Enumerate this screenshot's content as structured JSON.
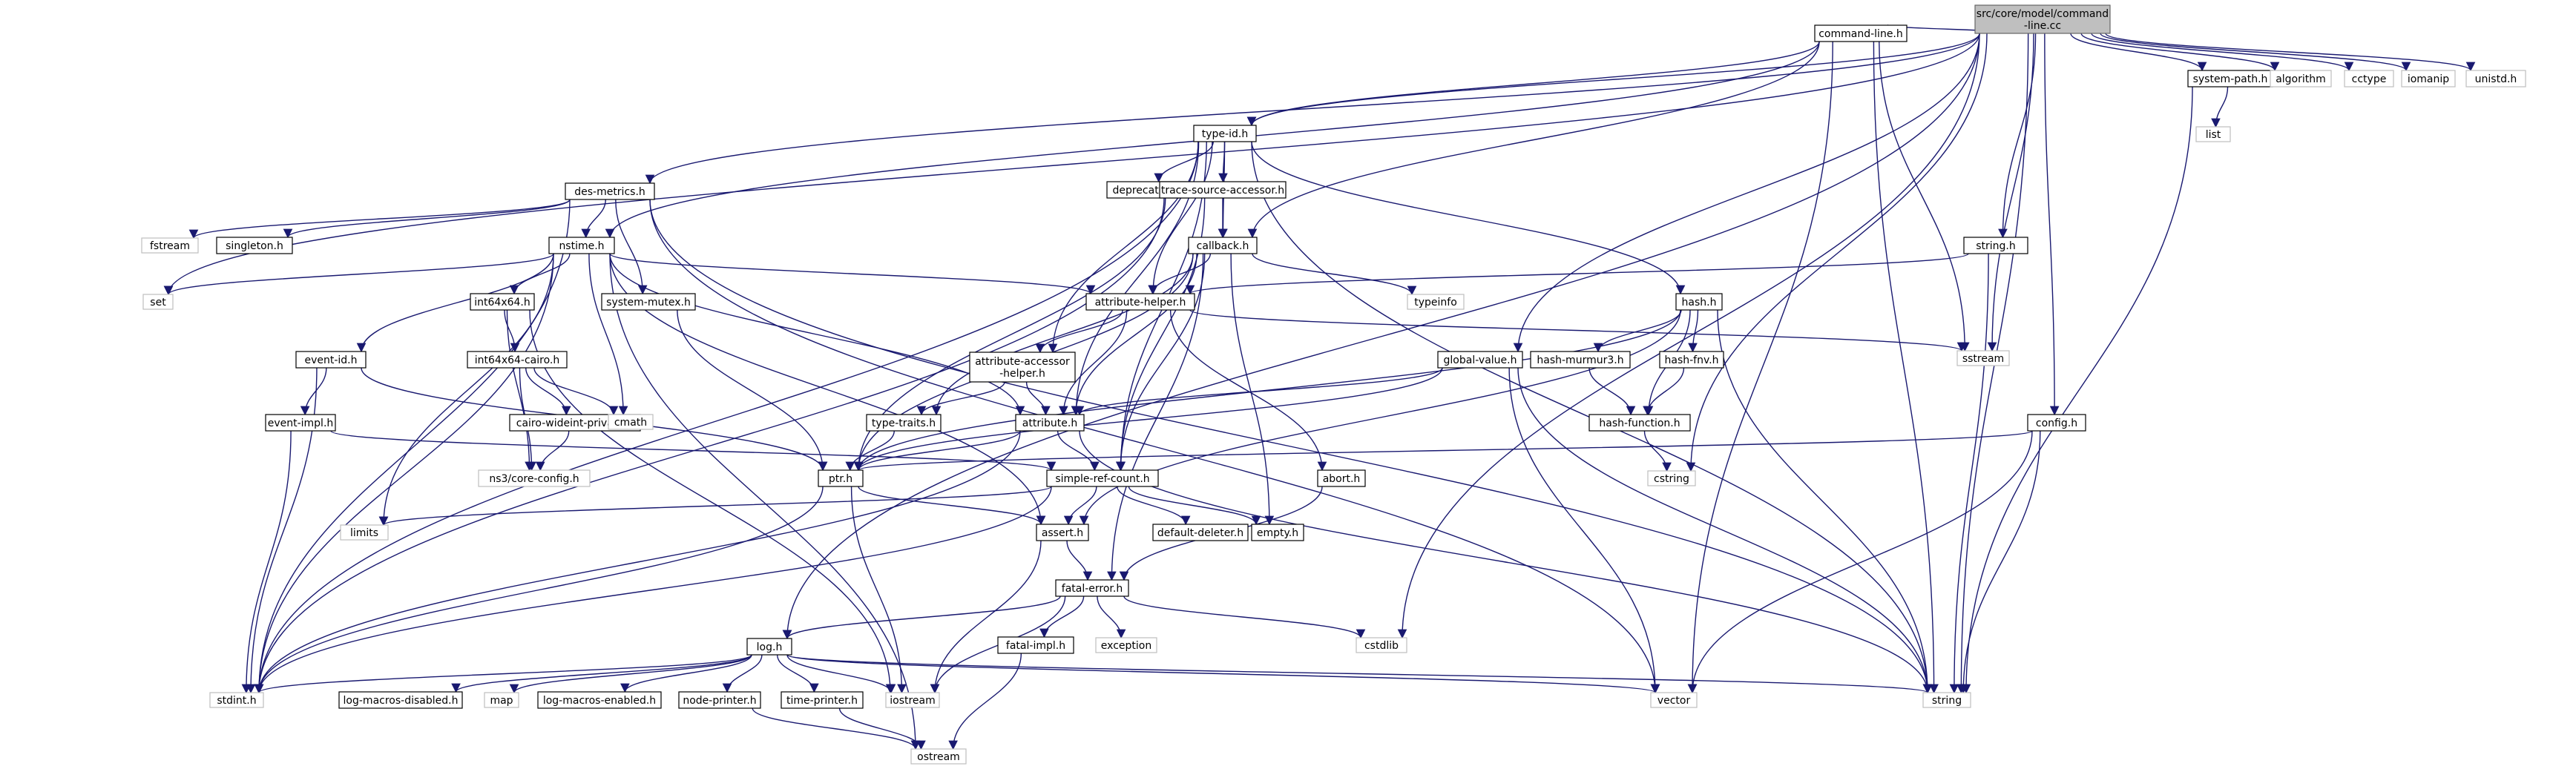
{
  "graph": {
    "type": "include-dependency-graph",
    "colors": {
      "edge": "#191970",
      "root_fill": "#bfbfbf",
      "node_border": "#000000",
      "external_border": "#bfbfbf"
    },
    "nodes": [
      {
        "id": "root",
        "label": "src/core/model/command\n-line.cc",
        "kind": "root"
      },
      {
        "id": "cmdline",
        "label": "command-line.h",
        "kind": "internal"
      },
      {
        "id": "typeid",
        "label": "type-id.h",
        "kind": "internal"
      },
      {
        "id": "desmetrics",
        "label": "des-metrics.h",
        "kind": "internal"
      },
      {
        "id": "deprecated",
        "label": "deprecated.h",
        "kind": "internal"
      },
      {
        "id": "tsaccessor",
        "label": "trace-source-accessor.h",
        "kind": "internal"
      },
      {
        "id": "callback",
        "label": "callback.h",
        "kind": "internal"
      },
      {
        "id": "singleton",
        "label": "singleton.h",
        "kind": "internal"
      },
      {
        "id": "nstime",
        "label": "nstime.h",
        "kind": "internal"
      },
      {
        "id": "int64x64",
        "label": "int64x64.h",
        "kind": "internal"
      },
      {
        "id": "sysmutex",
        "label": "system-mutex.h",
        "kind": "internal"
      },
      {
        "id": "attrhelper",
        "label": "attribute-helper.h",
        "kind": "internal"
      },
      {
        "id": "hash",
        "label": "hash.h",
        "kind": "internal"
      },
      {
        "id": "syspath",
        "label": "system-path.h",
        "kind": "internal"
      },
      {
        "id": "string_h",
        "label": "string.h",
        "kind": "internal"
      },
      {
        "id": "globalvalue",
        "label": "global-value.h",
        "kind": "internal"
      },
      {
        "id": "hashmurmur",
        "label": "hash-murmur3.h",
        "kind": "internal"
      },
      {
        "id": "hashfnv",
        "label": "hash-fnv.h",
        "kind": "internal"
      },
      {
        "id": "hashfunc",
        "label": "hash-function.h",
        "kind": "internal"
      },
      {
        "id": "eventid",
        "label": "event-id.h",
        "kind": "internal"
      },
      {
        "id": "int64cairo",
        "label": "int64x64-cairo.h",
        "kind": "internal"
      },
      {
        "id": "attraccessor",
        "label": "attribute-accessor\n-helper.h",
        "kind": "internal"
      },
      {
        "id": "cairowide",
        "label": "cairo-wideint-private.h",
        "kind": "internal"
      },
      {
        "id": "typetraits",
        "label": "type-traits.h",
        "kind": "internal"
      },
      {
        "id": "attribute",
        "label": "attribute.h",
        "kind": "internal"
      },
      {
        "id": "eventimpl",
        "label": "event-impl.h",
        "kind": "internal"
      },
      {
        "id": "ptr",
        "label": "ptr.h",
        "kind": "internal"
      },
      {
        "id": "simpleref",
        "label": "simple-ref-count.h",
        "kind": "internal"
      },
      {
        "id": "abort",
        "label": "abort.h",
        "kind": "internal"
      },
      {
        "id": "config",
        "label": "config.h",
        "kind": "internal"
      },
      {
        "id": "assert",
        "label": "assert.h",
        "kind": "internal"
      },
      {
        "id": "defdeleter",
        "label": "default-deleter.h",
        "kind": "internal"
      },
      {
        "id": "empty",
        "label": "empty.h",
        "kind": "internal"
      },
      {
        "id": "fatalerror",
        "label": "fatal-error.h",
        "kind": "internal"
      },
      {
        "id": "fatalimpl",
        "label": "fatal-impl.h",
        "kind": "internal"
      },
      {
        "id": "log",
        "label": "log.h",
        "kind": "internal"
      },
      {
        "id": "logdisabled",
        "label": "log-macros-disabled.h",
        "kind": "internal"
      },
      {
        "id": "logenabled",
        "label": "log-macros-enabled.h",
        "kind": "internal"
      },
      {
        "id": "nodeprinter",
        "label": "node-printer.h",
        "kind": "internal"
      },
      {
        "id": "timeprinter",
        "label": "time-printer.h",
        "kind": "internal"
      },
      {
        "id": "algorithm",
        "label": "algorithm",
        "kind": "external"
      },
      {
        "id": "cctype",
        "label": "cctype",
        "kind": "external"
      },
      {
        "id": "iomanip",
        "label": "iomanip",
        "kind": "external"
      },
      {
        "id": "unistd",
        "label": "unistd.h",
        "kind": "external"
      },
      {
        "id": "list",
        "label": "list",
        "kind": "external"
      },
      {
        "id": "fstream",
        "label": "fstream",
        "kind": "external"
      },
      {
        "id": "set",
        "label": "set",
        "kind": "external"
      },
      {
        "id": "typeinfo",
        "label": "typeinfo",
        "kind": "external"
      },
      {
        "id": "sstream",
        "label": "sstream",
        "kind": "external"
      },
      {
        "id": "cmath",
        "label": "cmath",
        "kind": "external"
      },
      {
        "id": "coreconfig",
        "label": "ns3/core-config.h",
        "kind": "external"
      },
      {
        "id": "cstring",
        "label": "cstring",
        "kind": "external"
      },
      {
        "id": "limits",
        "label": "limits",
        "kind": "external"
      },
      {
        "id": "exception",
        "label": "exception",
        "kind": "external"
      },
      {
        "id": "cstdlib",
        "label": "cstdlib",
        "kind": "external"
      },
      {
        "id": "stdint",
        "label": "stdint.h",
        "kind": "external"
      },
      {
        "id": "map",
        "label": "map",
        "kind": "external"
      },
      {
        "id": "iostream",
        "label": "iostream",
        "kind": "external"
      },
      {
        "id": "vector",
        "label": "vector",
        "kind": "external"
      },
      {
        "id": "string",
        "label": "string",
        "kind": "external"
      },
      {
        "id": "ostream",
        "label": "ostream",
        "kind": "external"
      }
    ],
    "edges": [
      [
        "root",
        "cmdline"
      ],
      [
        "root",
        "typeid"
      ],
      [
        "root",
        "desmetrics"
      ],
      [
        "root",
        "syspath"
      ],
      [
        "root",
        "algorithm"
      ],
      [
        "root",
        "cctype"
      ],
      [
        "root",
        "iomanip"
      ],
      [
        "root",
        "unistd"
      ],
      [
        "root",
        "string_h"
      ],
      [
        "root",
        "globalvalue"
      ],
      [
        "root",
        "config"
      ],
      [
        "root",
        "set"
      ],
      [
        "root",
        "sstream"
      ],
      [
        "root",
        "string"
      ],
      [
        "root",
        "log"
      ],
      [
        "root",
        "cstring"
      ],
      [
        "root",
        "cstdlib"
      ],
      [
        "cmdline",
        "typeid"
      ],
      [
        "cmdline",
        "callback"
      ],
      [
        "cmdline",
        "nstime"
      ],
      [
        "cmdline",
        "sstream"
      ],
      [
        "cmdline",
        "string"
      ],
      [
        "cmdline",
        "vector"
      ],
      [
        "typeid",
        "deprecated"
      ],
      [
        "typeid",
        "tsaccessor"
      ],
      [
        "typeid",
        "callback"
      ],
      [
        "typeid",
        "attrhelper"
      ],
      [
        "typeid",
        "attraccessor"
      ],
      [
        "typeid",
        "attribute"
      ],
      [
        "typeid",
        "hash"
      ],
      [
        "typeid",
        "simpleref"
      ],
      [
        "typeid",
        "stdint"
      ],
      [
        "typeid",
        "string"
      ],
      [
        "desmetrics",
        "nstime"
      ],
      [
        "desmetrics",
        "sysmutex"
      ],
      [
        "desmetrics",
        "singleton"
      ],
      [
        "desmetrics",
        "fstream"
      ],
      [
        "desmetrics",
        "stdint"
      ],
      [
        "desmetrics",
        "string"
      ],
      [
        "desmetrics",
        "vector"
      ],
      [
        "tsaccessor",
        "callback"
      ],
      [
        "tsaccessor",
        "ptr"
      ],
      [
        "tsaccessor",
        "simpleref"
      ],
      [
        "tsaccessor",
        "stdint"
      ],
      [
        "callback",
        "attrhelper"
      ],
      [
        "callback",
        "attribute"
      ],
      [
        "callback",
        "typetraits"
      ],
      [
        "callback",
        "typeinfo"
      ],
      [
        "callback",
        "simpleref"
      ],
      [
        "callback",
        "ptr"
      ],
      [
        "callback",
        "fatalerror"
      ],
      [
        "callback",
        "empty"
      ],
      [
        "nstime",
        "int64x64"
      ],
      [
        "nstime",
        "attrhelper"
      ],
      [
        "nstime",
        "attribute"
      ],
      [
        "nstime",
        "eventid"
      ],
      [
        "nstime",
        "set"
      ],
      [
        "nstime",
        "cmath"
      ],
      [
        "nstime",
        "limits"
      ],
      [
        "nstime",
        "ostream"
      ],
      [
        "nstime",
        "stdint"
      ],
      [
        "nstime",
        "assert"
      ],
      [
        "int64x64",
        "int64cairo"
      ],
      [
        "int64x64",
        "coreconfig"
      ],
      [
        "int64x64",
        "iostream"
      ],
      [
        "int64cairo",
        "cairowide"
      ],
      [
        "int64cairo",
        "cmath"
      ],
      [
        "int64cairo",
        "coreconfig"
      ],
      [
        "cairowide",
        "coreconfig"
      ],
      [
        "sysmutex",
        "ptr"
      ],
      [
        "attrhelper",
        "attraccessor"
      ],
      [
        "attrhelper",
        "attribute"
      ],
      [
        "attrhelper",
        "abort"
      ],
      [
        "attrhelper",
        "sstream"
      ],
      [
        "attraccessor",
        "typetraits"
      ],
      [
        "attraccessor",
        "attribute"
      ],
      [
        "typetraits",
        "ptr"
      ],
      [
        "attribute",
        "ptr"
      ],
      [
        "attribute",
        "simpleref"
      ],
      [
        "attribute",
        "string"
      ],
      [
        "attribute",
        "stdint"
      ],
      [
        "hash",
        "hashmurmur"
      ],
      [
        "hash",
        "hashfnv"
      ],
      [
        "hash",
        "hashfunc"
      ],
      [
        "hash",
        "assert"
      ],
      [
        "hash",
        "ptr"
      ],
      [
        "hash",
        "string"
      ],
      [
        "hashmurmur",
        "hashfunc"
      ],
      [
        "hashfnv",
        "hashfunc"
      ],
      [
        "hashfunc",
        "cstring"
      ],
      [
        "syspath",
        "list"
      ],
      [
        "syspath",
        "string"
      ],
      [
        "string_h",
        "attrhelper"
      ],
      [
        "string_h",
        "string"
      ],
      [
        "globalvalue",
        "attribute"
      ],
      [
        "globalvalue",
        "ptr"
      ],
      [
        "globalvalue",
        "vector"
      ],
      [
        "globalvalue",
        "string"
      ],
      [
        "eventid",
        "ptr"
      ],
      [
        "eventid",
        "eventimpl"
      ],
      [
        "eventid",
        "stdint"
      ],
      [
        "eventimpl",
        "simpleref"
      ],
      [
        "eventimpl",
        "stdint"
      ],
      [
        "ptr",
        "assert"
      ],
      [
        "ptr",
        "iostream"
      ],
      [
        "ptr",
        "stdint"
      ],
      [
        "simpleref",
        "assert"
      ],
      [
        "simpleref",
        "defdeleter"
      ],
      [
        "simpleref",
        "empty"
      ],
      [
        "simpleref",
        "limits"
      ],
      [
        "simpleref",
        "stdint"
      ],
      [
        "abort",
        "fatalerror"
      ],
      [
        "config",
        "ptr"
      ],
      [
        "config",
        "vector"
      ],
      [
        "config",
        "string"
      ],
      [
        "assert",
        "fatalerror"
      ],
      [
        "assert",
        "iostream"
      ],
      [
        "fatalerror",
        "log"
      ],
      [
        "fatalerror",
        "fatalimpl"
      ],
      [
        "fatalerror",
        "exception"
      ],
      [
        "fatalerror",
        "cstdlib"
      ],
      [
        "fatalerror",
        "iostream"
      ],
      [
        "fatalimpl",
        "ostream"
      ],
      [
        "log",
        "logdisabled"
      ],
      [
        "log",
        "logenabled"
      ],
      [
        "log",
        "nodeprinter"
      ],
      [
        "log",
        "timeprinter"
      ],
      [
        "log",
        "iostream"
      ],
      [
        "log",
        "map"
      ],
      [
        "log",
        "stdint"
      ],
      [
        "log",
        "string"
      ],
      [
        "log",
        "vector"
      ],
      [
        "nodeprinter",
        "ostream"
      ],
      [
        "timeprinter",
        "ostream"
      ]
    ]
  }
}
